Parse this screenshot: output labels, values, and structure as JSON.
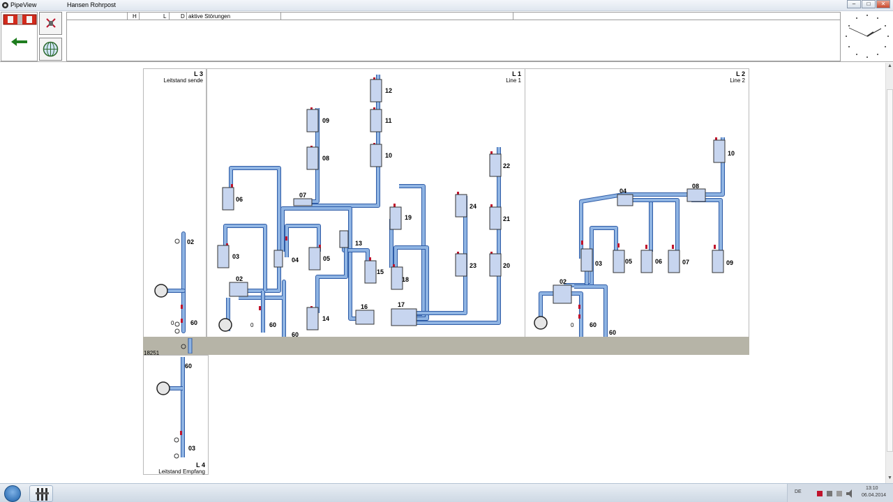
{
  "window": {
    "app_name": "PipeView",
    "title": "Hansen Rohrpost"
  },
  "message_header": {
    "col_h": "H",
    "col_l": "L",
    "col_d": "D",
    "col_text": "aktive Störungen"
  },
  "panels": {
    "l3": {
      "title": "L 3",
      "subtitle": "Leitstand sende"
    },
    "l1": {
      "title": "L 1",
      "subtitle": "Line 1"
    },
    "l2": {
      "title": "L 2",
      "subtitle": "Line 2"
    },
    "l4": {
      "title": "L 4",
      "subtitle": "Leitstand Empfang"
    }
  },
  "band_label": "18251",
  "l3_labels": [
    "02",
    "60",
    "0"
  ],
  "l4_labels": [
    "60",
    "03"
  ],
  "l1_labels": [
    "12",
    "11",
    "10",
    "09",
    "08",
    "07",
    "06",
    "03",
    "04",
    "05",
    "02",
    "13",
    "19",
    "15",
    "18",
    "16",
    "17",
    "14",
    "24",
    "23",
    "22",
    "21",
    "20",
    "60",
    "60",
    "0"
  ],
  "l2_labels": [
    "10",
    "04",
    "08",
    "03",
    "05",
    "06",
    "07",
    "09",
    "02",
    "60",
    "60",
    "0"
  ],
  "tray": {
    "lang": "DE",
    "time": "13:10",
    "date": "06.04.2014"
  },
  "icons": {
    "app": "pipeview-app-icon",
    "back": "arrow-left-icon",
    "cancel": "cancel-fault-icon",
    "network": "network-globe-icon",
    "stations": "stations-icon"
  },
  "colors": {
    "pipe": "#8fb4e3",
    "pipe_edge": "#2c5aa6",
    "marker": "#c0142c",
    "band": "#b6b4a7",
    "station": "#c7d5ef"
  }
}
